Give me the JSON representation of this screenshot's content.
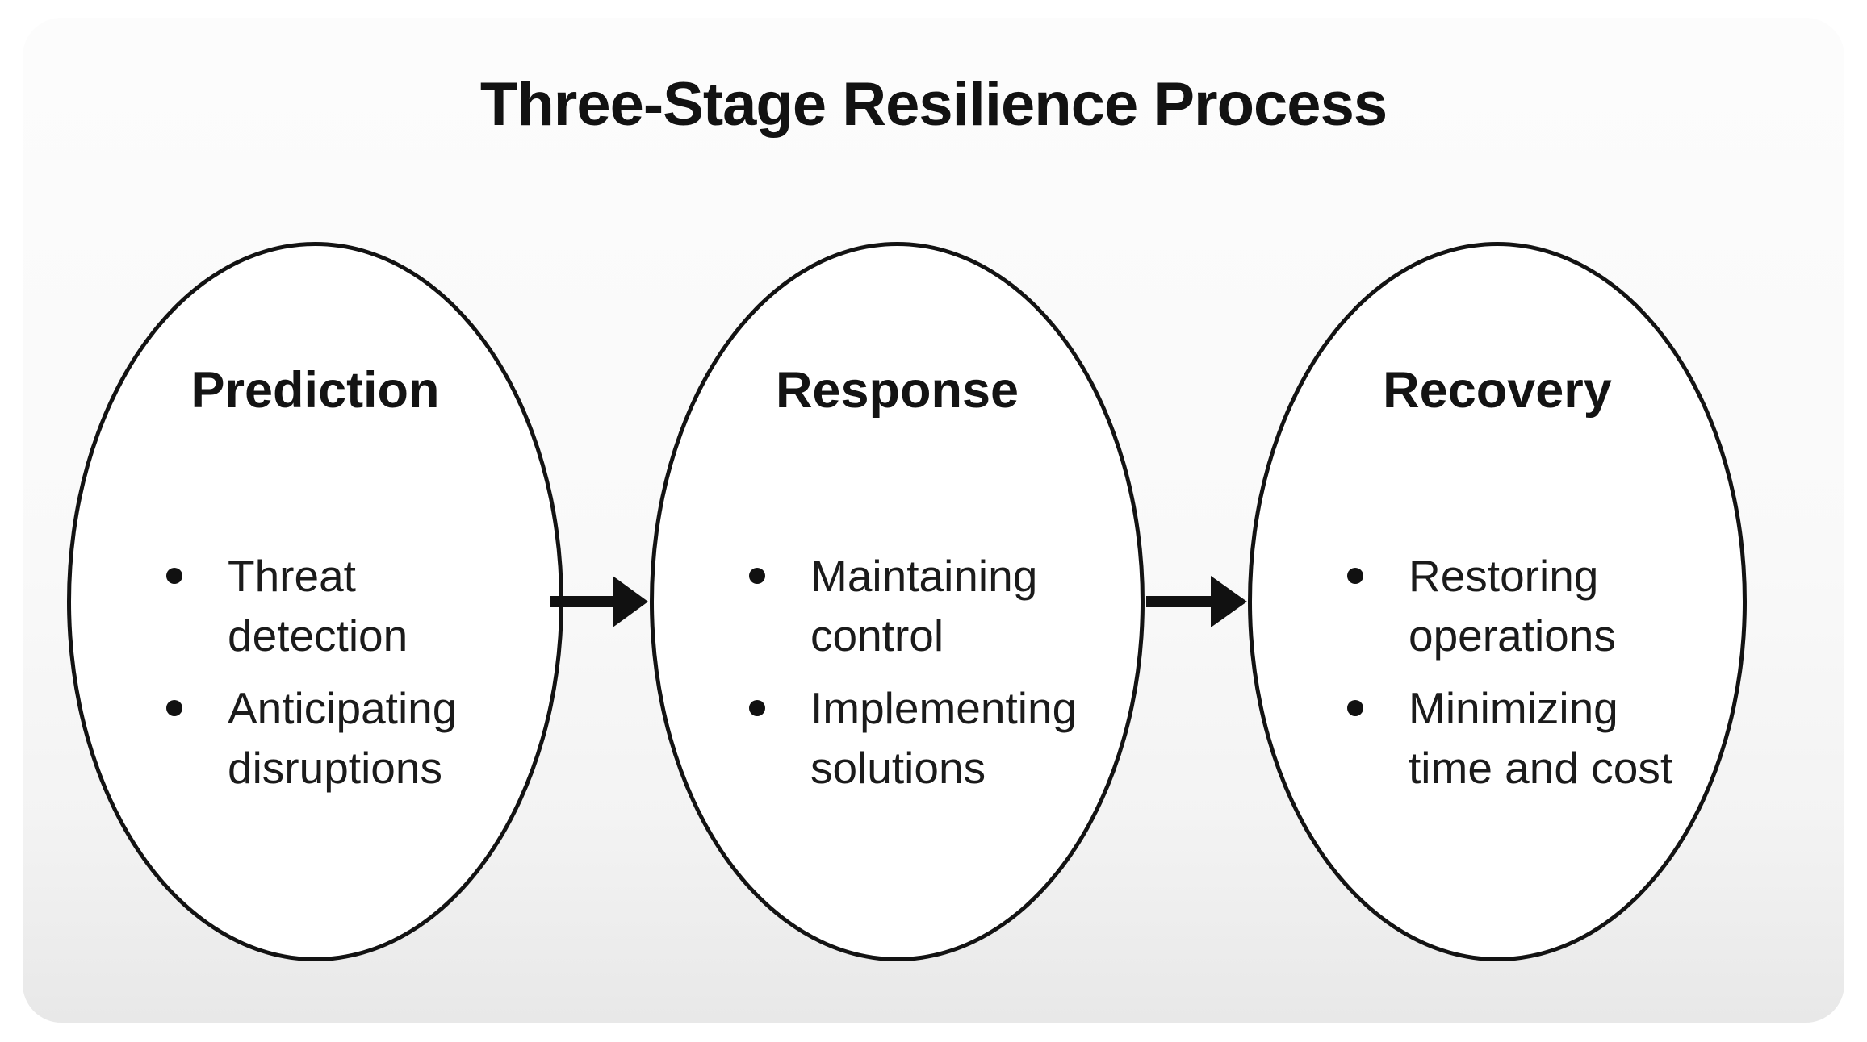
{
  "title": "Three-Stage Resilience Process",
  "stages": [
    {
      "name": "Prediction",
      "bullets": [
        "Threat\ndetection",
        "Anticipating\ndisruptions"
      ]
    },
    {
      "name": "Response",
      "bullets": [
        "Maintaining\ncontrol",
        "Implementing\nsolutions"
      ]
    },
    {
      "name": "Recovery",
      "bullets": [
        "Restoring\noperations",
        "Minimizing\ntime and cost"
      ]
    }
  ],
  "connectors": [
    {
      "type": "arrow-right",
      "from": "Prediction",
      "to": "Response"
    },
    {
      "type": "arrow-right",
      "from": "Response",
      "to": "Recovery"
    }
  ],
  "colors": {
    "text": "#1b1b1b",
    "title_text": "#121212",
    "ellipse_stroke": "#131313",
    "ellipse_fill": "#ffffff",
    "arrow": "#111111",
    "card_background_top": "#fcfcfc",
    "card_background_bottom": "#e8e8e8"
  }
}
